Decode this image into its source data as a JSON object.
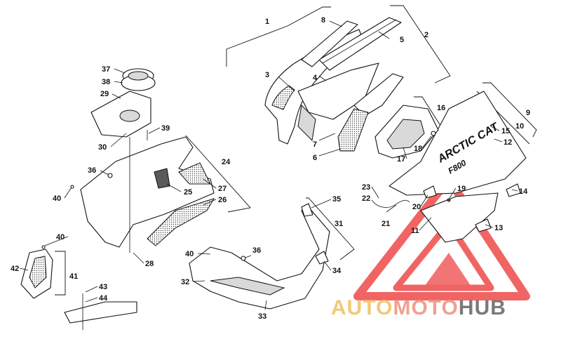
{
  "diagram": {
    "callouts": [
      "1",
      "2",
      "3",
      "4",
      "5",
      "6",
      "7",
      "8",
      "9",
      "10",
      "11",
      "12",
      "13",
      "14",
      "15",
      "16",
      "17",
      "18",
      "19",
      "20",
      "21",
      "22",
      "23",
      "24",
      "25",
      "26",
      "27",
      "28",
      "29",
      "30",
      "31",
      "32",
      "33",
      "34",
      "35",
      "36",
      "37",
      "38",
      "39",
      "40",
      "41",
      "42",
      "43",
      "44"
    ],
    "decal": {
      "brand": "ARCTIC CAT",
      "model": "F800"
    }
  },
  "watermark": {
    "part1": "AUTO",
    "part2": "MOTO",
    "part3": "HUB",
    "colors": {
      "auto": "#f2c879",
      "moto": "#f0a090",
      "hub": "#7a7a7a",
      "triangle": "#ef4a4a"
    }
  }
}
